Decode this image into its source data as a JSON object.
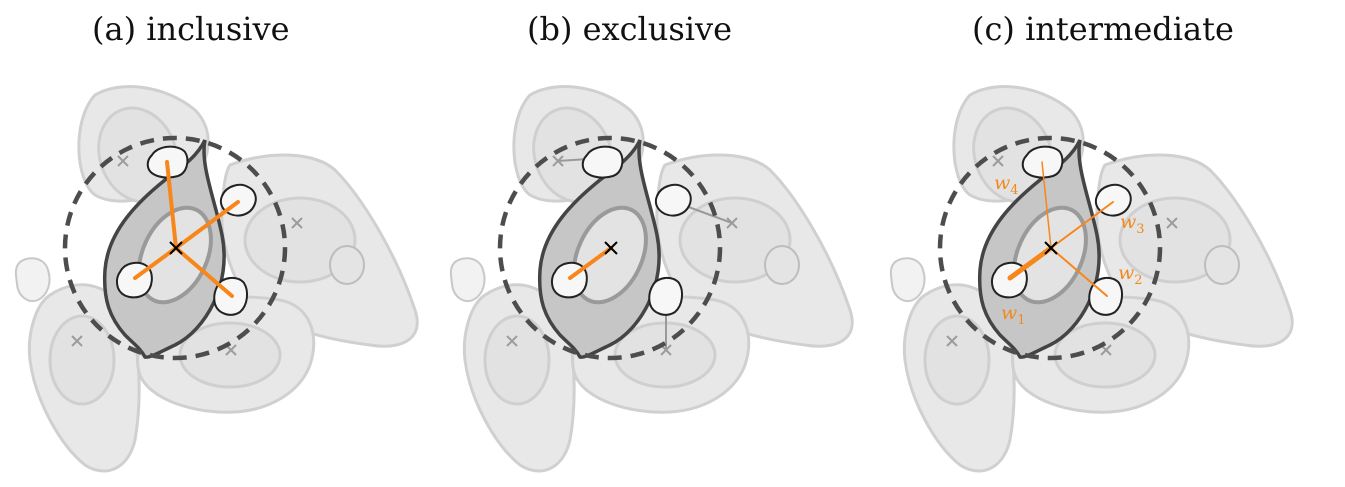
{
  "panels": [
    {
      "title": "(a) inclusive"
    },
    {
      "title": "(b) exclusive"
    },
    {
      "title": "(c) intermediate"
    }
  ],
  "weights": [
    {
      "letter": "w",
      "sub": "1"
    },
    {
      "letter": "w",
      "sub": "2"
    },
    {
      "letter": "w",
      "sub": "3"
    },
    {
      "letter": "w",
      "sub": "4"
    }
  ],
  "colors": {
    "accent_orange": "#f7861b",
    "cell_fill_light": "#e6e6e6",
    "cell_stroke_light": "#cfcfcf",
    "center_cell_fill": "#c4c4c4",
    "center_cell_stroke": "#444444",
    "dashed_circle": "#4d4d4d"
  },
  "icons": [
    "cross-marker-icon",
    "neighbor-cell-icon"
  ]
}
